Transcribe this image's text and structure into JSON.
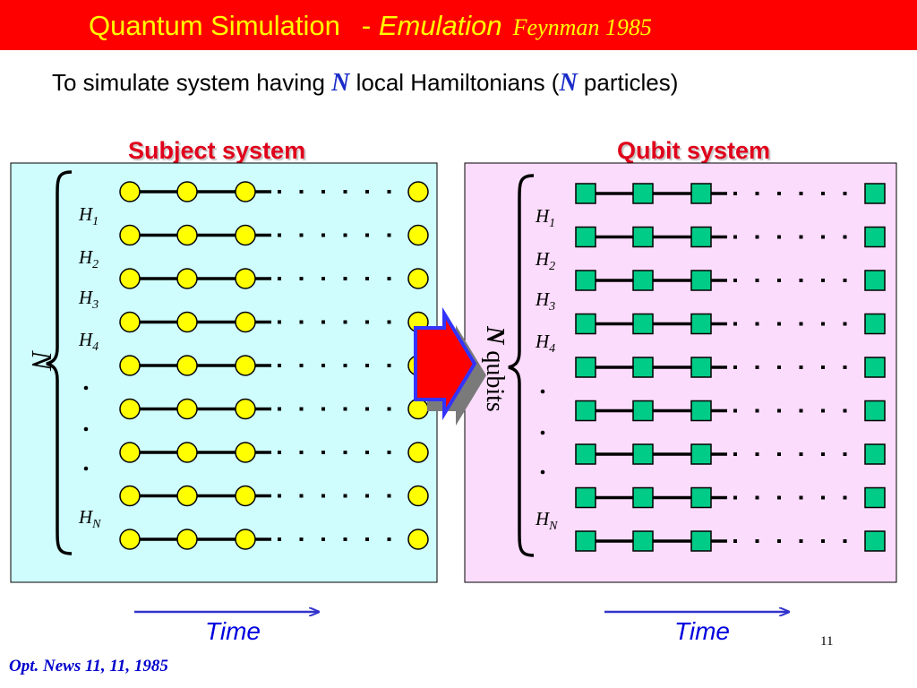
{
  "header": {
    "title_main": "Quantum Simulation",
    "title_sep": "- ",
    "title_emph": "Emulation",
    "citation": "Feynman 1985"
  },
  "subtitle": {
    "before": "To simulate system having ",
    "n1": "N",
    "mid": " local Hamiltonians (",
    "n2": "N",
    "after": " particles)"
  },
  "subject_panel": {
    "label": "Subject system",
    "brace_label": "N",
    "row_labels": [
      {
        "base": "H",
        "sub": "1"
      },
      {
        "base": "H",
        "sub": "2"
      },
      {
        "base": "H",
        "sub": "3"
      },
      {
        "base": "H",
        "sub": "4"
      },
      {
        "base": ".",
        "sub": ""
      },
      {
        "base": ".",
        "sub": ""
      },
      {
        "base": ".",
        "sub": ""
      },
      {
        "base": "H",
        "sub": "N"
      }
    ],
    "rows": 9,
    "fill": "#cffcfc",
    "node_color": "#ffff00"
  },
  "qubit_panel": {
    "label": "Qubit system",
    "brace_label_var": "N",
    "brace_label_text": " qubits",
    "row_labels": [
      {
        "base": "H",
        "sub": "1"
      },
      {
        "base": "H",
        "sub": "2"
      },
      {
        "base": "H",
        "sub": "3"
      },
      {
        "base": "H",
        "sub": "4"
      },
      {
        "base": ".",
        "sub": ""
      },
      {
        "base": ".",
        "sub": ""
      },
      {
        "base": ".",
        "sub": ""
      },
      {
        "base": "H",
        "sub": "N"
      }
    ],
    "rows": 9,
    "fill": "#fcdcfc",
    "node_color": "#00cc88"
  },
  "time_label_left": "Time",
  "time_label_right": "Time",
  "slide_number": "11",
  "reference": "Opt. News 11, 11, 1985",
  "colors": {
    "title_bar": "#ff0000",
    "title_text": "#ffff00",
    "accent_red": "#e0001b",
    "arrow_blue": "#3333cc",
    "transfer_arrow": "#ff0000"
  }
}
